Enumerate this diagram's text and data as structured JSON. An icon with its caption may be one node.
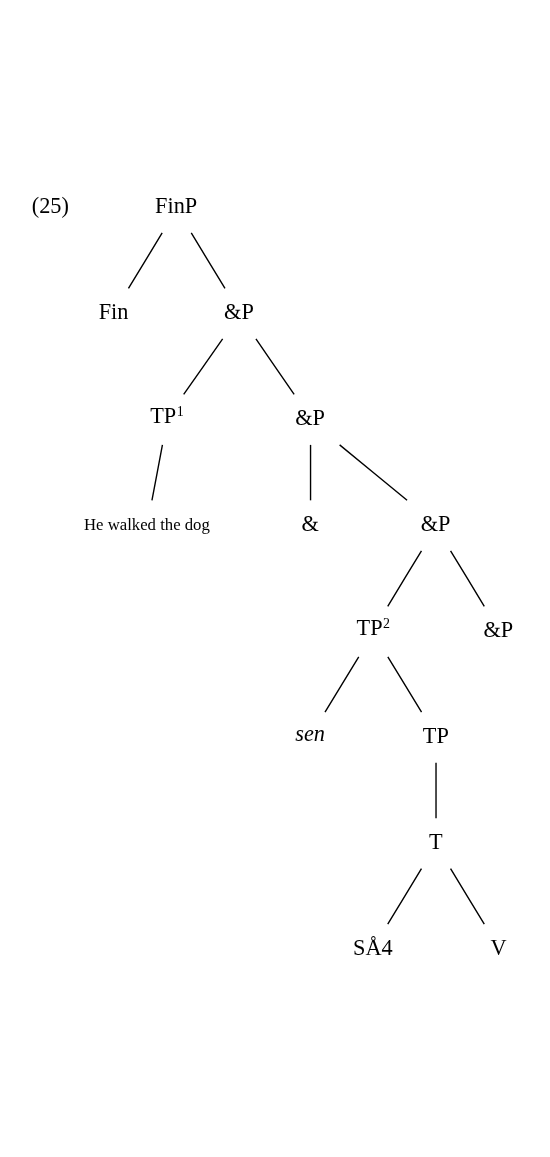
{
  "diagram": {
    "nodes": [
      {
        "text": [
          "FinP"
        ]
      },
      {
        "text": [
          "Fin"
        ]
      },
      {
        "text": [
          "&P"
        ]
      },
      {
        "text": [
          "TP$^{1}$"
        ]
      },
      {
        "text": [
          "&P"
        ]
      },
      {
        "text": [
          "He walked the dog"
        ]
      },
      {
        "text": [
          "&"
        ]
      },
      {
        "text": [
          "&P"
        ]
      },
      {
        "text": [
          "TP$^{2}$"
        ]
      },
      {
        "text": [
          "&P"
        ]
      },
      {
        "text": [
          "sen"
        ]
      },
      {
        "text": [
          "TP"
        ]
      },
      {
        "text": [
          "T"
        ]
      },
      {
        "text": [
          "SÅ4"
        ]
      },
      {
        "text": [
          "V"
        ]
      }
    ],
    "edges": [
      {
        "from": 0,
        "to": 1,
        "arrow": "none"
      },
      {
        "from": 0,
        "to": 2,
        "arrow": "none"
      },
      {
        "from": 2,
        "to": 3,
        "arrow": "none"
      },
      {
        "from": 2,
        "to": 4,
        "arrow": "none"
      },
      {
        "from": 3,
        "to": 5,
        "arrow": "none"
      },
      {
        "from": 4,
        "to": 6,
        "arrow": "none"
      },
      {
        "from": 4,
        "to": 7,
        "arrow": "none"
      },
      {
        "from": 7,
        "to": 8,
        "arrow": "none"
      },
      {
        "from": 7,
        "to": 9,
        "arrow": "none"
      },
      {
        "from": 8,
        "to": 10,
        "arrow": "none"
      },
      {
        "from": 8,
        "to": 11,
        "arrow": "none"
      },
      {
        "from": 11,
        "to": 12,
        "arrow": "none"
      },
      {
        "from": 12,
        "to": 13,
        "arrow": "none"
      },
      {
        "from": 12,
        "to": 14,
        "arrow": "none"
      }
    ],
    "labels": [
      "(25)"
    ]
  }
}
